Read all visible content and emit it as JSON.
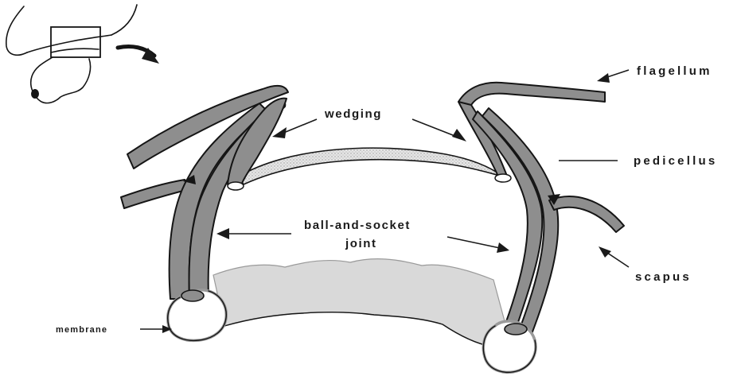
{
  "labels": {
    "flagellum": "flagellum",
    "wedging": "wedging",
    "pedicellus": "pedicellus",
    "ball_and_socket_line1": "ball-and-socket",
    "ball_and_socket_line2": "joint",
    "scapus": "scapus",
    "membrane": "membrane"
  },
  "colors": {
    "cuticle_fill": "#8e8e8e",
    "outline": "#151515",
    "stipple_fill": "#d9d9d9"
  }
}
